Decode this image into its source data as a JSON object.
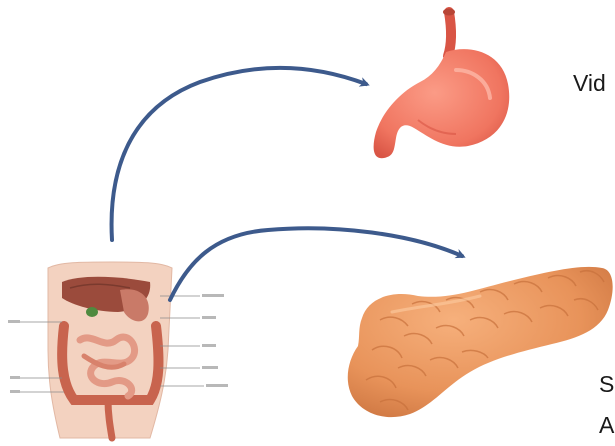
{
  "labels": {
    "stomach_text": "Vid",
    "pancreas_text_line1": "S",
    "pancreas_text_line2": "A"
  },
  "colors": {
    "arrow": "#3d5a8c",
    "stomach_fill": "#f07560",
    "stomach_shade": "#d95545",
    "pancreas_fill": "#e8935a",
    "pancreas_shade": "#c8703c",
    "torso_skin": "#f3d2c0"
  },
  "illustrations": {
    "body": "digestive-system-illustration",
    "stomach": "stomach-illustration",
    "pancreas": "pancreas-illustration"
  }
}
